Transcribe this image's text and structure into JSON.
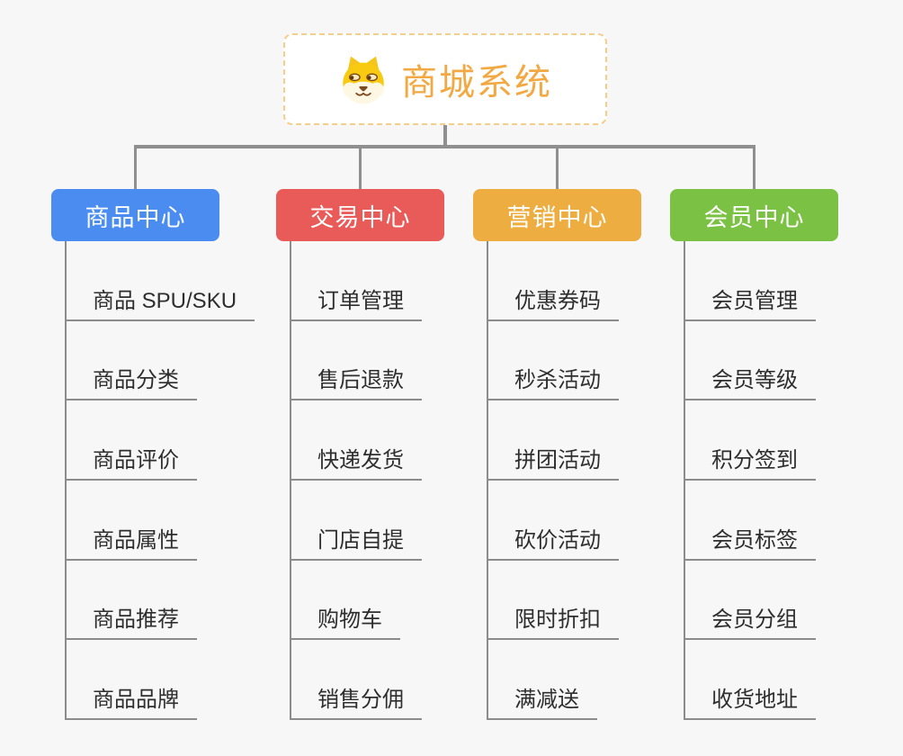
{
  "colors": {
    "background": "#F7F7F7",
    "connector": "#8F8F8F",
    "underline": "#8C8C8C",
    "item_text": "#2E2E2E",
    "root_accent": "#F2A843",
    "root_border": "#F6CE8C",
    "node_text": "#FFFFFF"
  },
  "root": {
    "title": "商城系统",
    "icon": "dog-face-icon"
  },
  "branches": [
    {
      "label": "商品中心",
      "color": "#4A8CF0",
      "items": [
        "商品 SPU/SKU",
        "商品分类",
        "商品评价",
        "商品属性",
        "商品推荐",
        "商品品牌"
      ]
    },
    {
      "label": "交易中心",
      "color": "#E95B58",
      "items": [
        "订单管理",
        "售后退款",
        "快递发货",
        "门店自提",
        "购物车",
        "销售分佣"
      ]
    },
    {
      "label": "营销中心",
      "color": "#EDAD40",
      "items": [
        "优惠券码",
        "秒杀活动",
        "拼团活动",
        "砍价活动",
        "限时折扣",
        "满减送"
      ]
    },
    {
      "label": "会员中心",
      "color": "#7BC143",
      "items": [
        "会员管理",
        "会员等级",
        "积分签到",
        "会员标签",
        "会员分组",
        "收货地址"
      ]
    }
  ]
}
